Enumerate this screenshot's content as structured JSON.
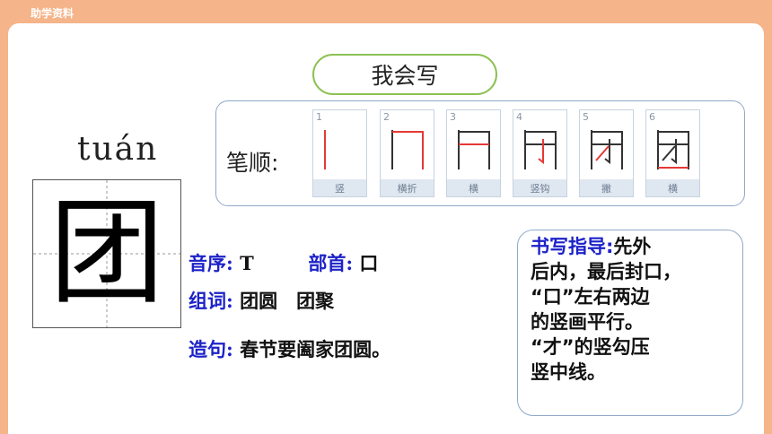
{
  "header": {
    "label": "助学资料"
  },
  "title": "我会写",
  "stroke_order": {
    "label": "笔顺:",
    "steps": [
      {
        "num": "1",
        "name": "竖"
      },
      {
        "num": "2",
        "name": "横折"
      },
      {
        "num": "3",
        "name": "横"
      },
      {
        "num": "4",
        "name": "竖钩"
      },
      {
        "num": "5",
        "name": "撇"
      },
      {
        "num": "6",
        "name": "横"
      }
    ],
    "ink_color": "#333333",
    "highlight_color": "#e53935"
  },
  "character": {
    "pinyin": "tuán",
    "glyph": "团"
  },
  "info": {
    "radical_sequence_label": "音序:",
    "radical_sequence": "T",
    "radical_label": "部首:",
    "radical": "口",
    "words_label": "组词:",
    "words": "团圆　团聚",
    "sentence_label": "造句:",
    "sentence": "春节要阖家团圆。"
  },
  "guide": {
    "label": "书写指导:",
    "text_1": "先外",
    "text_2": "后内，最后封口，",
    "text_3": "“口”左右两边",
    "text_4": "的竖画平行。",
    "text_5": "“才”的竖勾压",
    "text_6": "竖中线。"
  },
  "colors": {
    "accent_blue": "#1d22c8",
    "border_green": "#8cc152",
    "background": "#f5b489"
  }
}
